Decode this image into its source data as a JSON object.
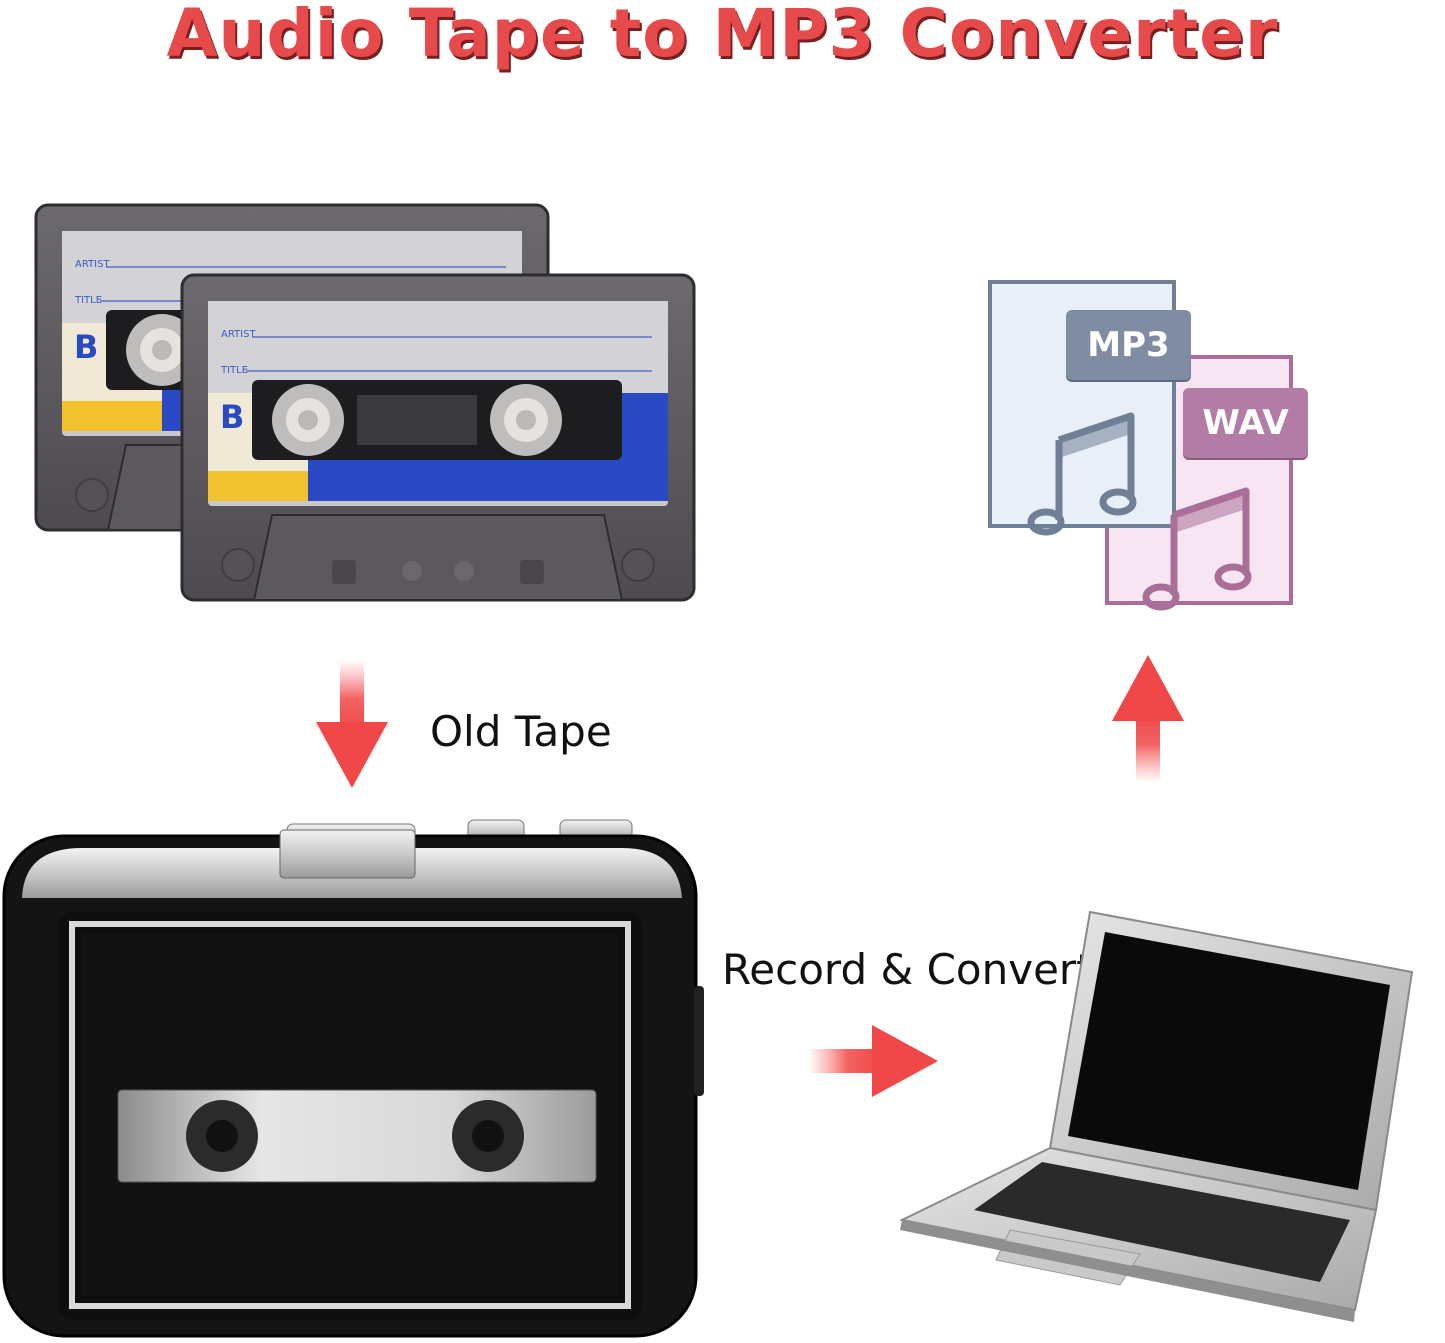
{
  "title": "Audio Tape to MP3 Converter",
  "captions": {
    "old_tape": "Old Tape",
    "record_convert": "Record & Convert"
  },
  "cassette_labels": {
    "artist": "ARTIST",
    "title": "TITLE",
    "side": "B"
  },
  "file_formats": {
    "primary": "MP3",
    "secondary": "WAV"
  },
  "colors": {
    "title": "#e64a4a",
    "arrow": "#f04848",
    "mp3_doc": "#6f7f95",
    "wav_doc": "#a96f98"
  },
  "icons": {
    "music_note": "music-note-icon",
    "arrow_down": "arrow-down-icon",
    "arrow_right": "arrow-right-icon",
    "arrow_up": "arrow-up-icon"
  }
}
